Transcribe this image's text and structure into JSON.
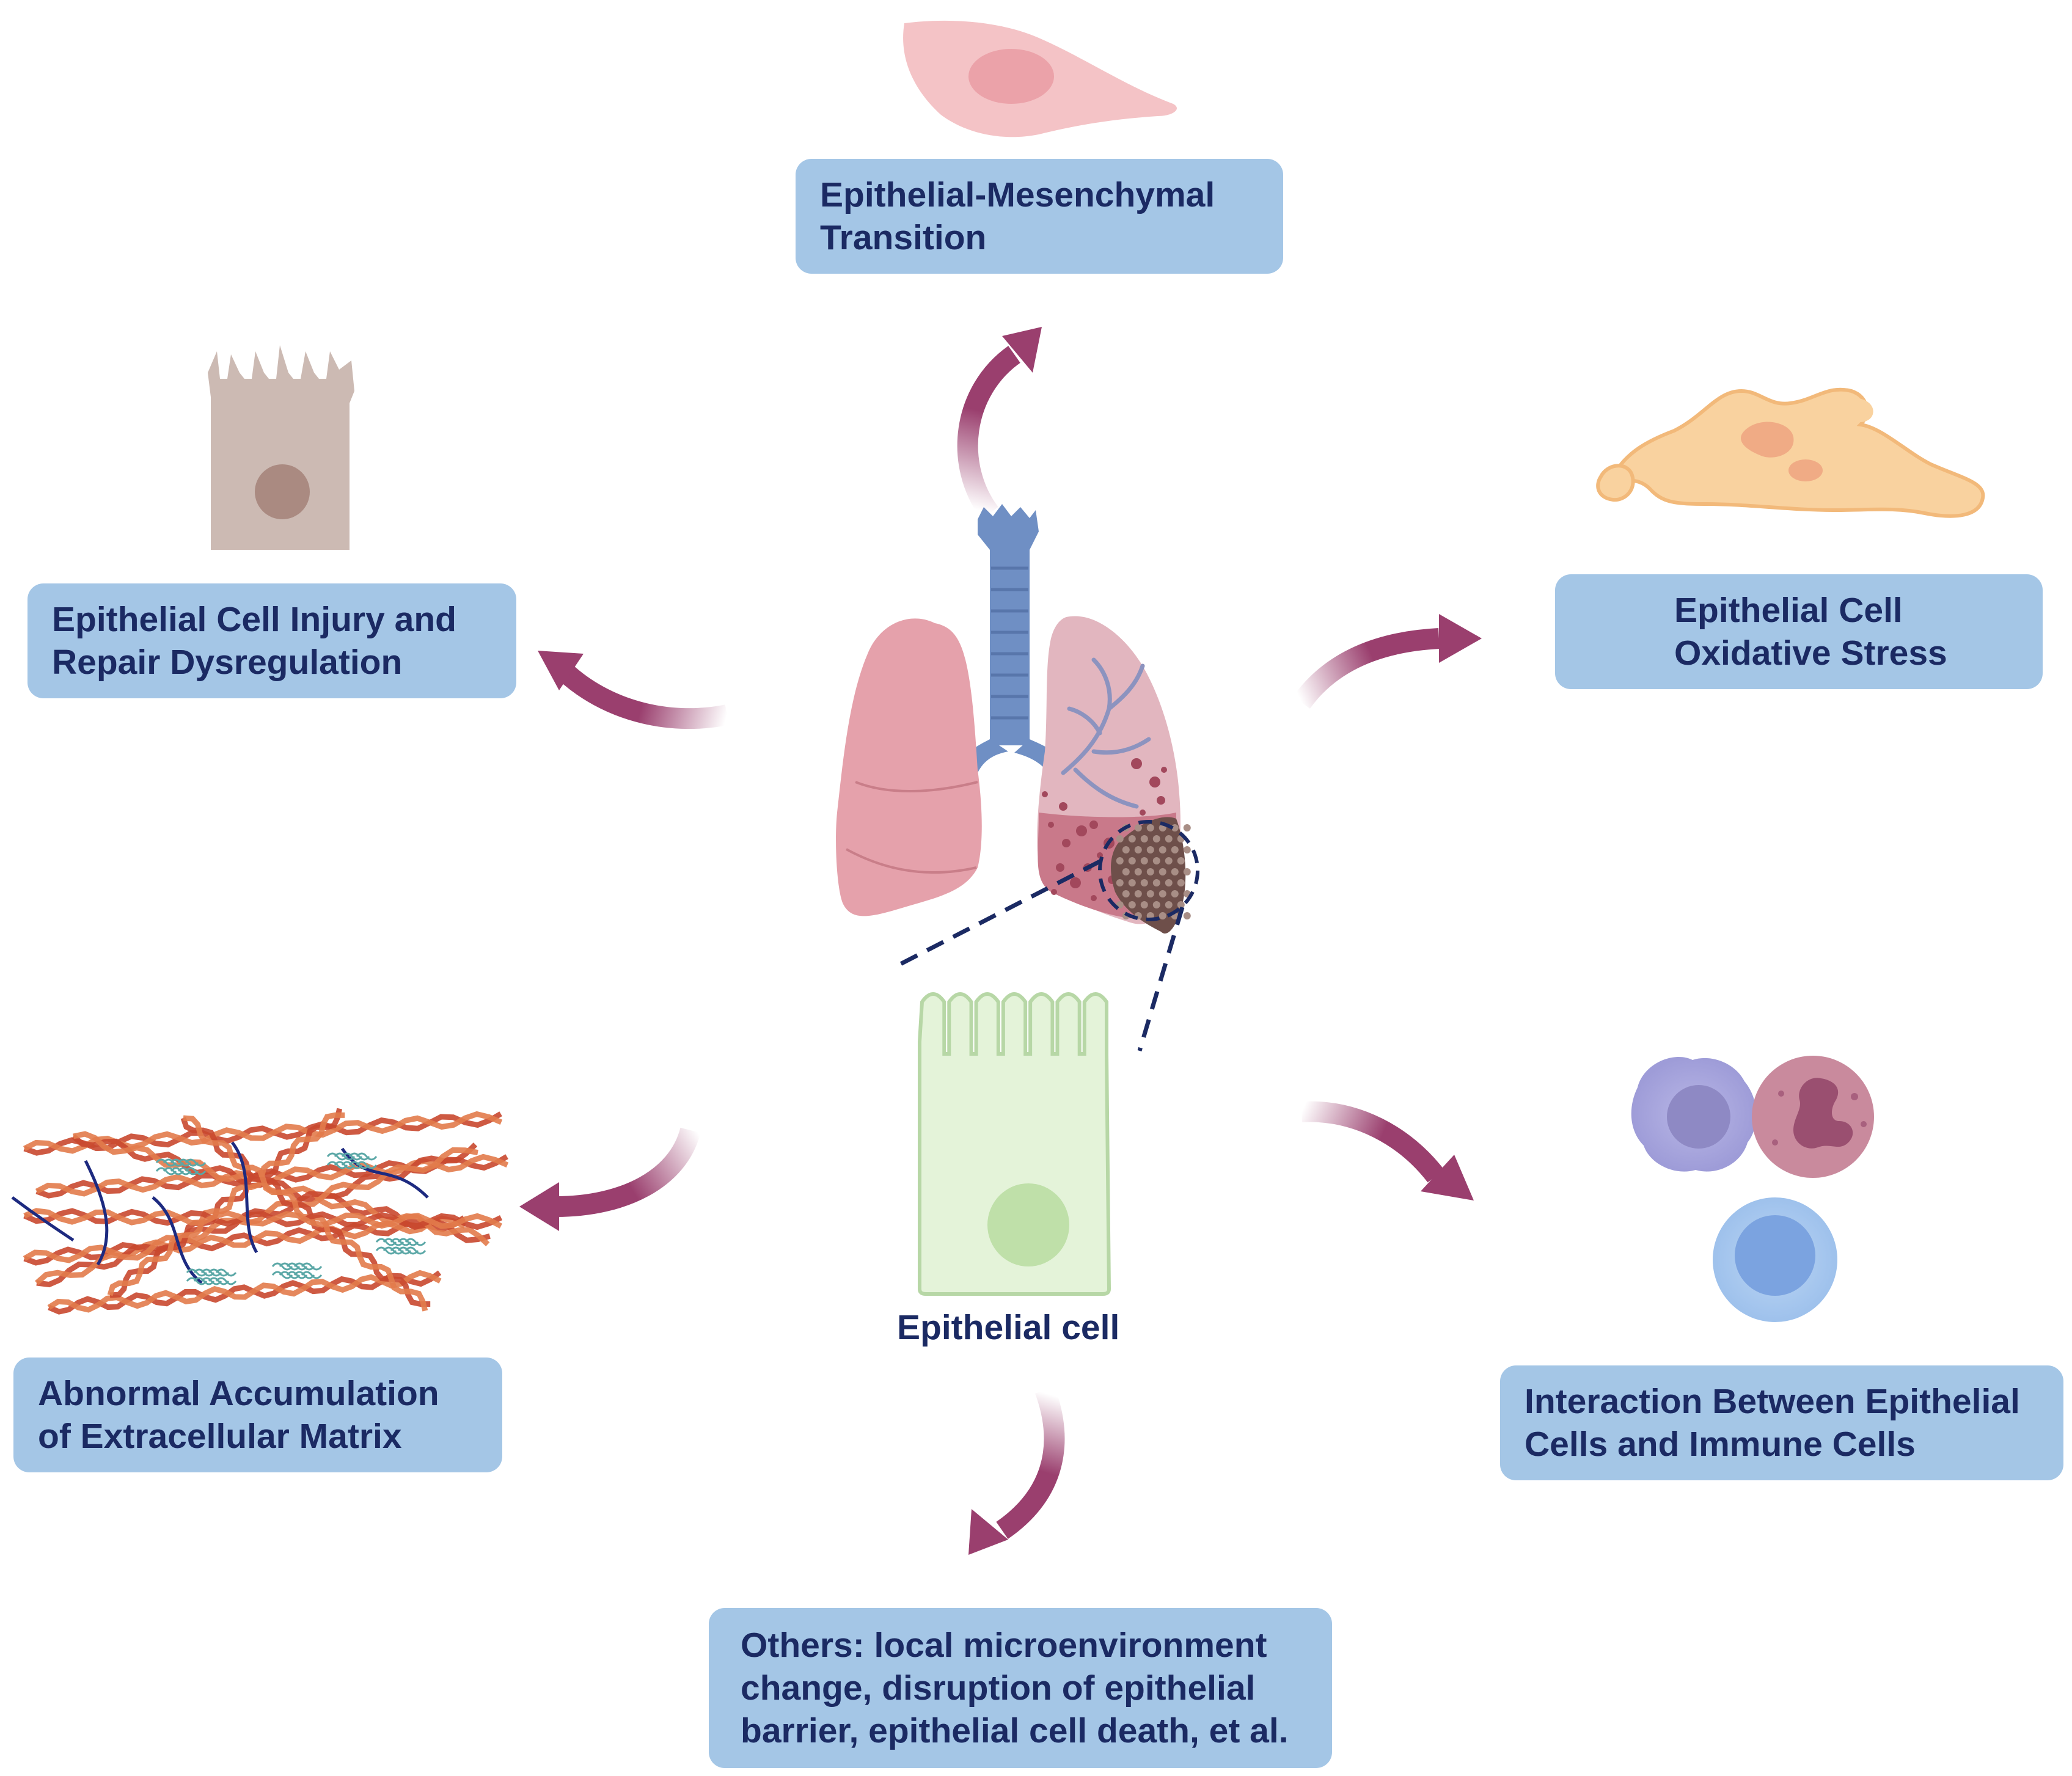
{
  "center_label": "Epithelial cell",
  "boxes": {
    "emt": [
      "Epithelial-Mesenchymal",
      "Transition"
    ],
    "injury": [
      "Epithelial Cell Injury and",
      "Repair Dysregulation"
    ],
    "oxidative": [
      "Epithelial Cell",
      "Oxidative Stress"
    ],
    "ecm": [
      "Abnormal Accumulation",
      "of Extracellular Matrix"
    ],
    "immune": [
      "Interaction Between Epithelial",
      "Cells and Immune Cells"
    ],
    "others": [
      "Others: local microenvironment",
      "change, disruption of epithelial",
      "barrier, epithelial cell death, et al."
    ]
  },
  "colors": {
    "box_fill": "#a4c6e6",
    "text": "#1b2a63",
    "arrow": "#9a3f6e",
    "trachea": "#6f8fc4",
    "lung": "#e5a1ab",
    "epithelial_cell": "#e4f3d9",
    "dashed_line": "#1b2a63"
  },
  "icons": {
    "mesenchymal_cell": "mesenchymal-cell-icon",
    "columnar_cell": "injured-epithelial-cell-icon",
    "oxidative_cell": "oxidized-cell-icon",
    "ecm_fibers": "collagen-fibers-icon",
    "immune_cells": "immune-cells-icon",
    "lungs": "lungs-icon"
  }
}
